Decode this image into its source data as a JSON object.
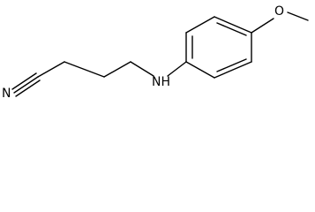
{
  "molecule": {
    "atoms": {
      "nitrile_n": "N",
      "amine_nh": "NH",
      "ether_o": "O"
    }
  }
}
